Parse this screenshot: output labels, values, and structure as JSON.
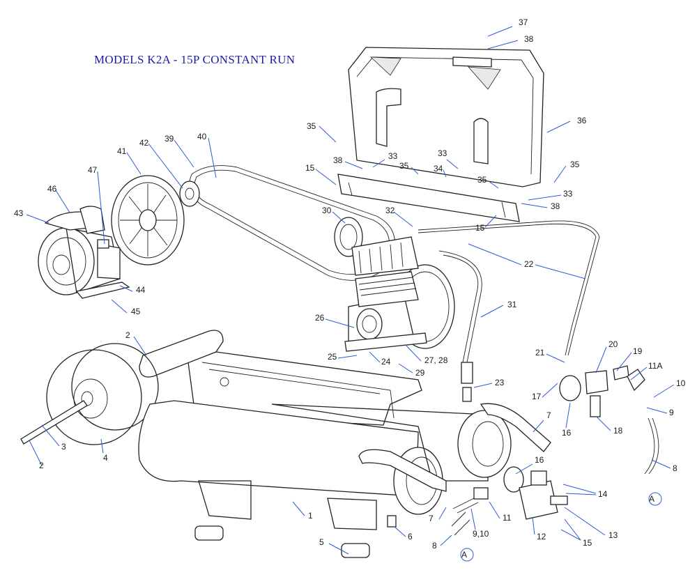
{
  "title": "MODELS  K2A - 15P CONSTANT RUN",
  "colors": {
    "leader": "#2a5bd7",
    "title": "#1a1aa8",
    "line": "#222222"
  },
  "callouts": [
    {
      "id": "c37",
      "label": "37"
    },
    {
      "id": "c38a",
      "label": "38"
    },
    {
      "id": "c36",
      "label": "36"
    },
    {
      "id": "c35a",
      "label": "35"
    },
    {
      "id": "c38b",
      "label": "38"
    },
    {
      "id": "c33a",
      "label": "33"
    },
    {
      "id": "c35b",
      "label": "35"
    },
    {
      "id": "c34",
      "label": "34"
    },
    {
      "id": "c33b",
      "label": "33"
    },
    {
      "id": "c15a",
      "label": "15"
    },
    {
      "id": "c35c",
      "label": "35"
    },
    {
      "id": "c35d",
      "label": "35"
    },
    {
      "id": "c33c",
      "label": "33"
    },
    {
      "id": "c38c",
      "label": "38"
    },
    {
      "id": "c15b",
      "label": "15"
    },
    {
      "id": "c42",
      "label": "42"
    },
    {
      "id": "c39",
      "label": "39"
    },
    {
      "id": "c40",
      "label": "40"
    },
    {
      "id": "c41",
      "label": "41"
    },
    {
      "id": "c47",
      "label": "47"
    },
    {
      "id": "c46",
      "label": "46"
    },
    {
      "id": "c43",
      "label": "43"
    },
    {
      "id": "c44",
      "label": "44"
    },
    {
      "id": "c45",
      "label": "45"
    },
    {
      "id": "c30",
      "label": "30"
    },
    {
      "id": "c32",
      "label": "32"
    },
    {
      "id": "c22",
      "label": "22"
    },
    {
      "id": "c31",
      "label": "31"
    },
    {
      "id": "c26",
      "label": "26"
    },
    {
      "id": "c25",
      "label": "25"
    },
    {
      "id": "c24",
      "label": "24"
    },
    {
      "id": "c2728",
      "label": "27, 28"
    },
    {
      "id": "c29",
      "label": "29"
    },
    {
      "id": "c23",
      "label": "23"
    },
    {
      "id": "c21",
      "label": "21"
    },
    {
      "id": "c20",
      "label": "20"
    },
    {
      "id": "c19",
      "label": "19"
    },
    {
      "id": "c11A",
      "label": "11A"
    },
    {
      "id": "c10a",
      "label": "10"
    },
    {
      "id": "c9a",
      "label": "9"
    },
    {
      "id": "c17",
      "label": "17"
    },
    {
      "id": "c16a",
      "label": "16"
    },
    {
      "id": "c18",
      "label": "18"
    },
    {
      "id": "c8a",
      "label": "8"
    },
    {
      "id": "cAa",
      "label": "A"
    },
    {
      "id": "c2a",
      "label": "2"
    },
    {
      "id": "c3",
      "label": "3"
    },
    {
      "id": "c4",
      "label": "4"
    },
    {
      "id": "c2b",
      "label": "2"
    },
    {
      "id": "c7a",
      "label": "7"
    },
    {
      "id": "c16b",
      "label": "16"
    },
    {
      "id": "c14",
      "label": "14"
    },
    {
      "id": "c1",
      "label": "1"
    },
    {
      "id": "c7b",
      "label": "7"
    },
    {
      "id": "c11",
      "label": "11"
    },
    {
      "id": "c13",
      "label": "13"
    },
    {
      "id": "c6",
      "label": "6"
    },
    {
      "id": "c910",
      "label": "9,10"
    },
    {
      "id": "c12",
      "label": "12"
    },
    {
      "id": "c15c",
      "label": "15"
    },
    {
      "id": "c5",
      "label": "5"
    },
    {
      "id": "c8b",
      "label": "8"
    },
    {
      "id": "cAb",
      "label": "A"
    }
  ]
}
